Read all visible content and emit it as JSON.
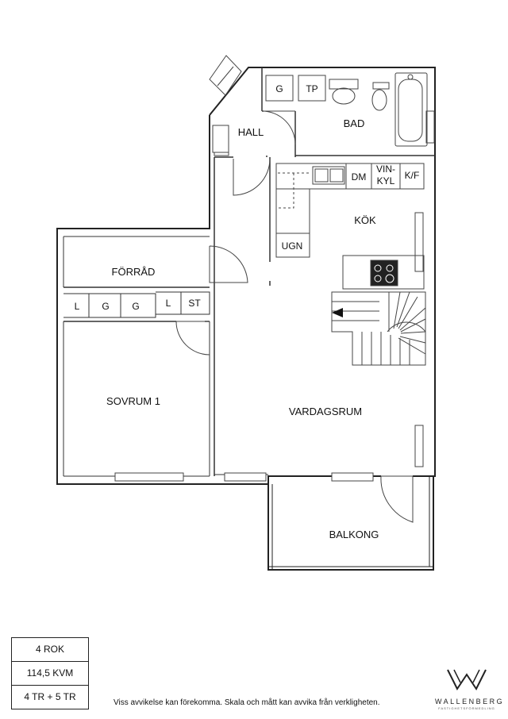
{
  "rooms": {
    "hall": "HALL",
    "bad": "BAD",
    "kok": "KÖK",
    "forrad": "FÖRRÅD",
    "sovrum": "SOVRUM 1",
    "vardagsrum": "VARDAGSRUM",
    "balkong": "BALKONG"
  },
  "fixtures": {
    "g_hall": "G",
    "tp": "TP",
    "dm": "DM",
    "vinkyl_1": "VIN-",
    "vinkyl_2": "KYL",
    "kf": "K/F",
    "ugn": "UGN",
    "l1": "L",
    "g1": "G",
    "g2": "G",
    "l2": "L",
    "st": "ST"
  },
  "info": {
    "rooms_count": "4 ROK",
    "area": "114,5 KVM",
    "floors": "4 TR + 5 TR"
  },
  "disclaimer": "Viss avvikelse kan förekomma. Skala och mått kan avvika från verkligheten.",
  "logo": {
    "name": "WALLENBERG",
    "tagline": "FASTIGHETSFÖRMEDLING"
  },
  "colors": {
    "wall": "#222222",
    "line": "#555555"
  }
}
